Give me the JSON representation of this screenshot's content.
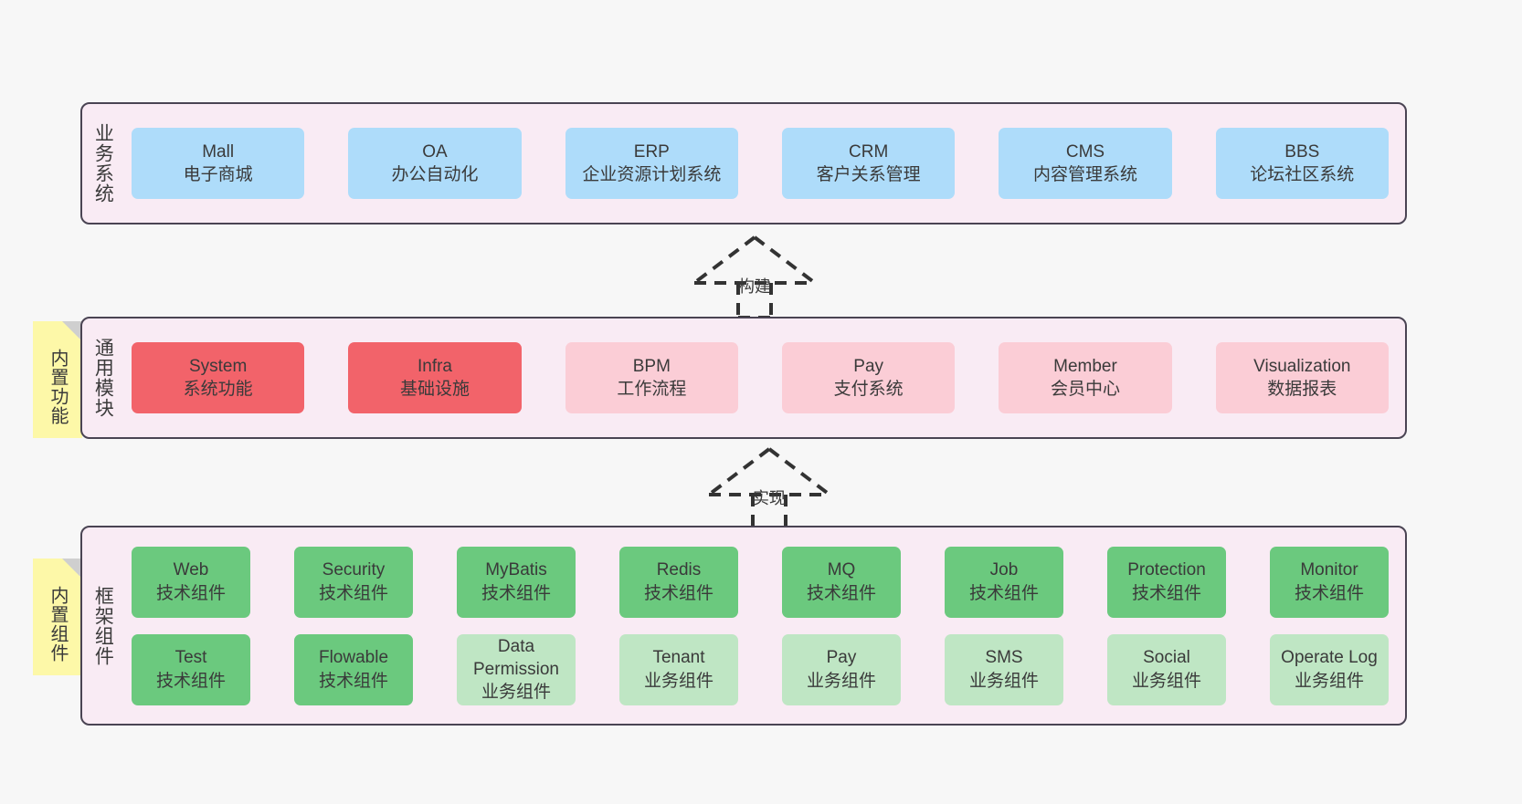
{
  "diagram": {
    "background_color": "#f7f7f7",
    "panel_background": "#f9ebf4",
    "panel_border_color": "#4a4453",
    "colors": {
      "business_node": "#aedcfa",
      "core_module": "#f2636a",
      "module": "#fbcdd6",
      "tech_component": "#6bc97e",
      "business_component": "#bfe6c4",
      "sticky_note": "#fdf8a8"
    }
  },
  "layers": {
    "business": {
      "title": "业务系统",
      "nodes": [
        {
          "name": "Mall",
          "sub": "电子商城"
        },
        {
          "name": "OA",
          "sub": "办公自动化"
        },
        {
          "name": "ERP",
          "sub": "企业资源计划系统"
        },
        {
          "name": "CRM",
          "sub": "客户关系管理"
        },
        {
          "name": "CMS",
          "sub": "内容管理系统"
        },
        {
          "name": "BBS",
          "sub": "论坛社区系统"
        }
      ]
    },
    "common": {
      "title": "通用模块",
      "sticky": "内置功能",
      "nodes": [
        {
          "name": "System",
          "sub": "系统功能"
        },
        {
          "name": "Infra",
          "sub": "基础设施"
        },
        {
          "name": "BPM",
          "sub": "工作流程"
        },
        {
          "name": "Pay",
          "sub": "支付系统"
        },
        {
          "name": "Member",
          "sub": "会员中心"
        },
        {
          "name": "Visualization",
          "sub": "数据报表"
        }
      ]
    },
    "framework": {
      "title": "框架组件",
      "sticky": "内置组件",
      "row1": [
        {
          "name": "Web",
          "sub": "技术组件"
        },
        {
          "name": "Security",
          "sub": "技术组件"
        },
        {
          "name": "MyBatis",
          "sub": "技术组件"
        },
        {
          "name": "Redis",
          "sub": "技术组件"
        },
        {
          "name": "MQ",
          "sub": "技术组件"
        },
        {
          "name": "Job",
          "sub": "技术组件"
        },
        {
          "name": "Protection",
          "sub": "技术组件"
        },
        {
          "name": "Monitor",
          "sub": "技术组件"
        }
      ],
      "row2": [
        {
          "name": "Test",
          "sub": "技术组件"
        },
        {
          "name": "Flowable",
          "sub": "技术组件"
        },
        {
          "name": "Data Permission",
          "sub": "业务组件"
        },
        {
          "name": "Tenant",
          "sub": "业务组件"
        },
        {
          "name": "Pay",
          "sub": "业务组件"
        },
        {
          "name": "SMS",
          "sub": "业务组件"
        },
        {
          "name": "Social",
          "sub": "业务组件"
        },
        {
          "name": "Operate Log",
          "sub": "业务组件"
        }
      ]
    }
  },
  "connectors": {
    "build": "构建",
    "implement": "实现"
  }
}
